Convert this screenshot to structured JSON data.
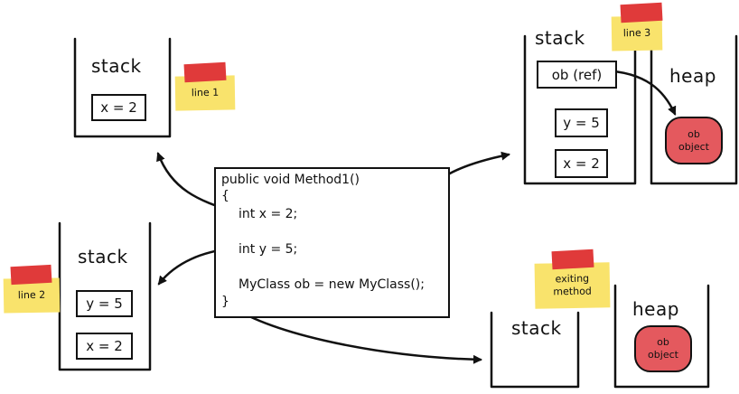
{
  "code": {
    "signature": "public void Method1()",
    "open_brace": "{",
    "line1": "int x = 2;",
    "line2": "int y = 5;",
    "line3": "MyClass ob = new MyClass();",
    "close_brace": "}"
  },
  "stack_line1": {
    "title": "stack",
    "note": "line 1",
    "items": [
      "x = 2"
    ]
  },
  "stack_line2": {
    "title": "stack",
    "note": "line 2",
    "items": [
      "y = 5",
      "x = 2"
    ]
  },
  "stack_line3": {
    "title": "stack",
    "note": "line 3",
    "items": [
      "ob (ref)",
      "y = 5",
      "x = 2"
    ],
    "heap_title": "heap",
    "heap_object": [
      "ob",
      "object"
    ]
  },
  "stack_exit": {
    "title": "stack",
    "note": [
      "exiting",
      "method"
    ],
    "heap_title": "heap",
    "heap_object": [
      "ob",
      "object"
    ]
  },
  "colors": {
    "sticky_note": "#f9e36c",
    "tape": "#e03a3a",
    "heap_object": "#e4595e"
  }
}
